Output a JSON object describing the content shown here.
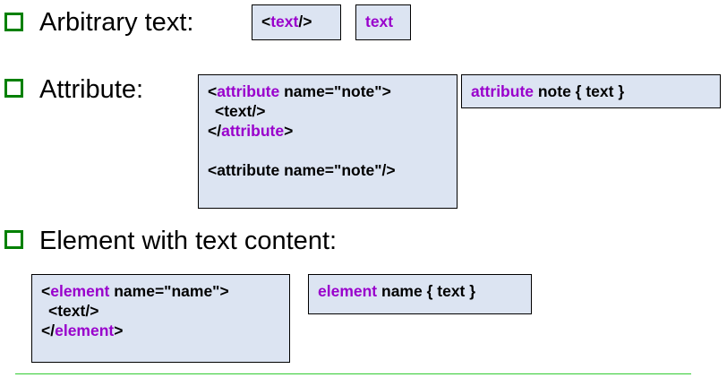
{
  "sections": {
    "arbitrary_text": {
      "label": "Arbitrary text:",
      "xml_box": {
        "open": "<",
        "keyword": "text",
        "close": "/>"
      },
      "compact_box": {
        "keyword": "text"
      }
    },
    "attribute": {
      "label": "Attribute:",
      "xml_box": {
        "line1_open": "<",
        "line1_keyword": "attribute",
        "line1_rest": " name=\"note\">",
        "line2": "<text/>",
        "line3_open": "</",
        "line3_keyword": "attribute",
        "line3_close": ">",
        "line4": "<attribute name=\"note\"/>"
      },
      "compact_box": {
        "keyword": "attribute",
        "rest": " note { text }"
      }
    },
    "element": {
      "label": "Element with text content:",
      "xml_box": {
        "line1_open": "<",
        "line1_keyword": "element",
        "line1_rest": " name=\"name\">",
        "line2": "<text/>",
        "line3_open": "</",
        "line3_keyword": "element",
        "line3_close": ">"
      },
      "compact_box": {
        "keyword": "element",
        "rest": " name { text }"
      }
    }
  },
  "colors": {
    "keyword": "#9900cc",
    "box_fill": "#dce4f2",
    "bullet": "#008000",
    "divider": "#33cc33"
  }
}
